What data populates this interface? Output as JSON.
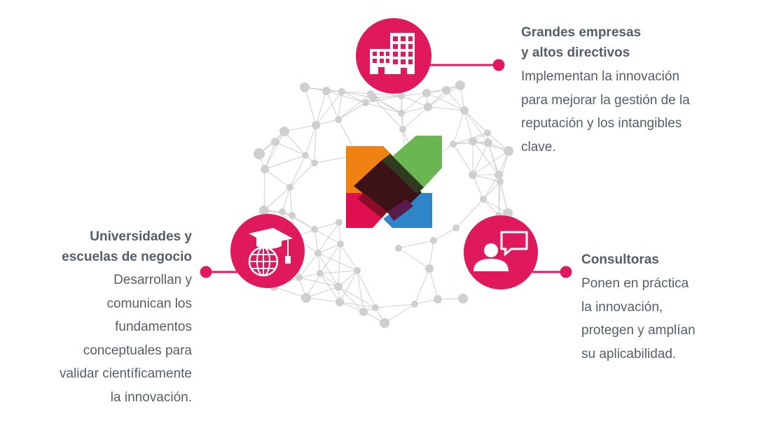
{
  "colors": {
    "accent": "#e0195c",
    "text": "#555e68",
    "network": "#cfcfcf",
    "logo_orange": "#ef8213",
    "logo_green": "#6ab651",
    "logo_red": "#e01050",
    "logo_blue": "#2e86c8"
  },
  "nodes": [
    {
      "id": "top",
      "icon": "office-building-icon",
      "title": "Grandes empresas\ny altos directivos",
      "description": "Implementan la innovación\npara mejorar la gestión de la\nreputación y los intangibles\nclave."
    },
    {
      "id": "left",
      "icon": "graduation-globe-icon",
      "title": "Universidades y\nescuelas de negocio",
      "description": "Desarrollan y\ncomunican los\nfundamentos\nconceptuales para\nvalidar científicamente\nla innovación."
    },
    {
      "id": "right",
      "icon": "consultant-speech-icon",
      "title": "Consultoras",
      "description": "Ponen en práctica\nla innovación,\nprotegen y amplían\nsu aplicabilidad."
    }
  ]
}
